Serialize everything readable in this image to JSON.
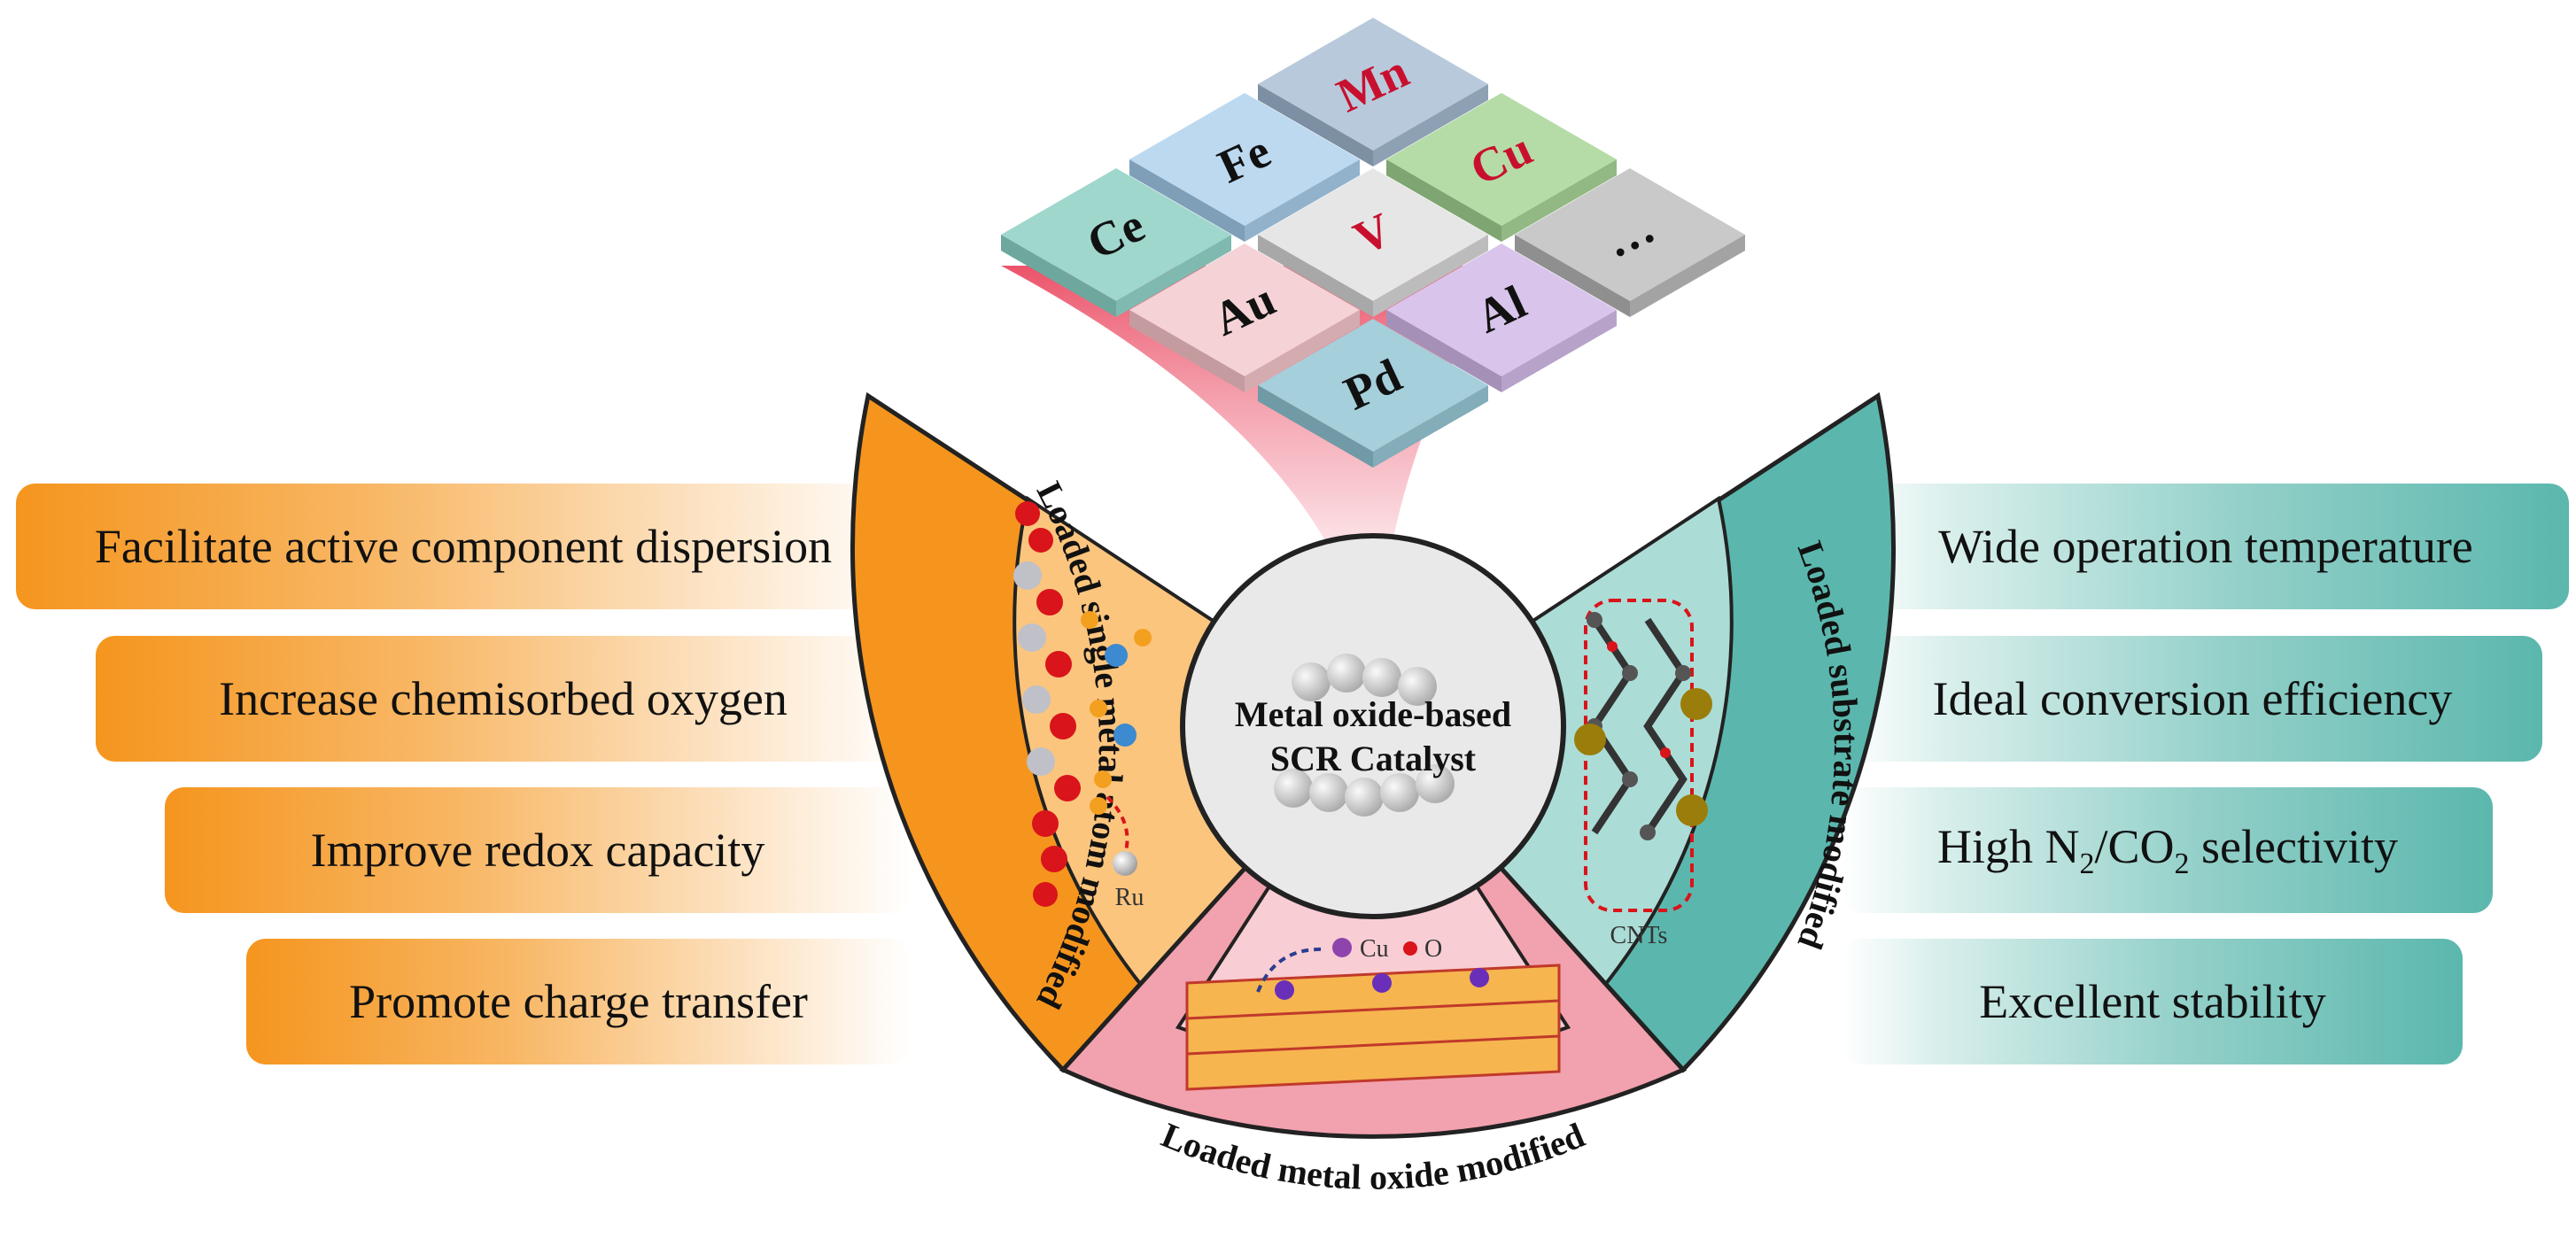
{
  "center": {
    "line1": "Metal oxide-based",
    "line2": "SCR Catalyst"
  },
  "elements": {
    "mn": "Mn",
    "cu": "Cu",
    "fe": "Fe",
    "v": "V",
    "ce": "Ce",
    "more": "…",
    "au": "Au",
    "al": "Al",
    "pd": "Pd"
  },
  "sectors": {
    "left": "Loaded single metal atom modified",
    "right": "Loaded substrate modified",
    "bottom": "Loaded metal oxide modified"
  },
  "structure_labels": {
    "ru": "Ru",
    "cnts": "CNTs",
    "cu": "Cu",
    "o": "O"
  },
  "left_benefits": [
    "Facilitate active component dispersion",
    "Increase chemisorbed oxygen",
    "Improve redox capacity",
    "Promote charge transfer"
  ],
  "right_benefits": {
    "item0": "Wide operation temperature",
    "item1": "Ideal conversion efficiency",
    "item2_pre": "High N",
    "item2_sub1": "2",
    "item2_mid": "/CO",
    "item2_sub2": "2",
    "item2_post": " selectivity",
    "item3": "Excellent stability"
  },
  "colors": {
    "orange": "#f5951e",
    "teal": "#5bb7ad",
    "pink": "#f4a7b5",
    "title_red": "#c8102e"
  }
}
